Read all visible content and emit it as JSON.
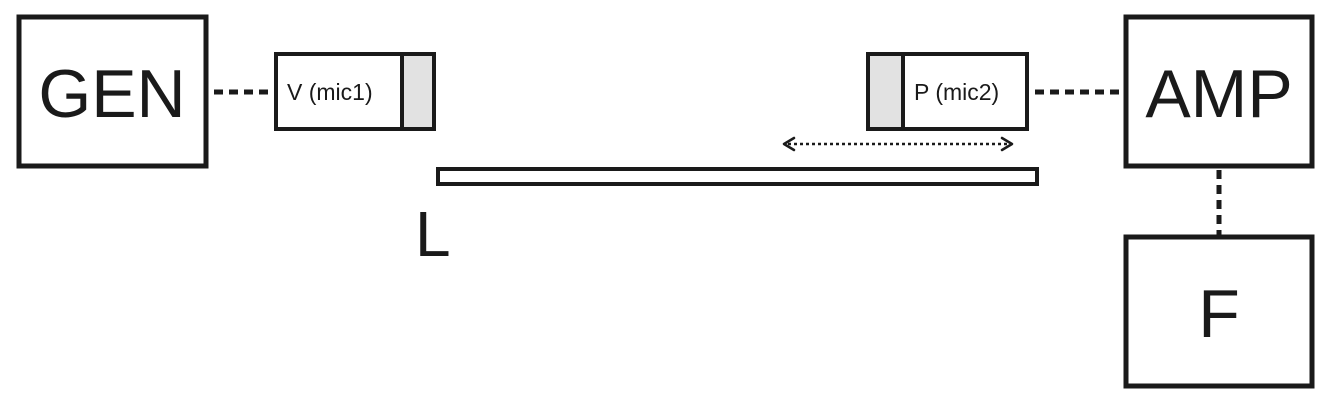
{
  "blocks": {
    "generator": "GEN",
    "amplifier": "AMP",
    "analyzer": "F"
  },
  "microphones": {
    "mic1": "V (mic1)",
    "mic2": "P (mic2)"
  },
  "rod": {
    "label": "L"
  }
}
